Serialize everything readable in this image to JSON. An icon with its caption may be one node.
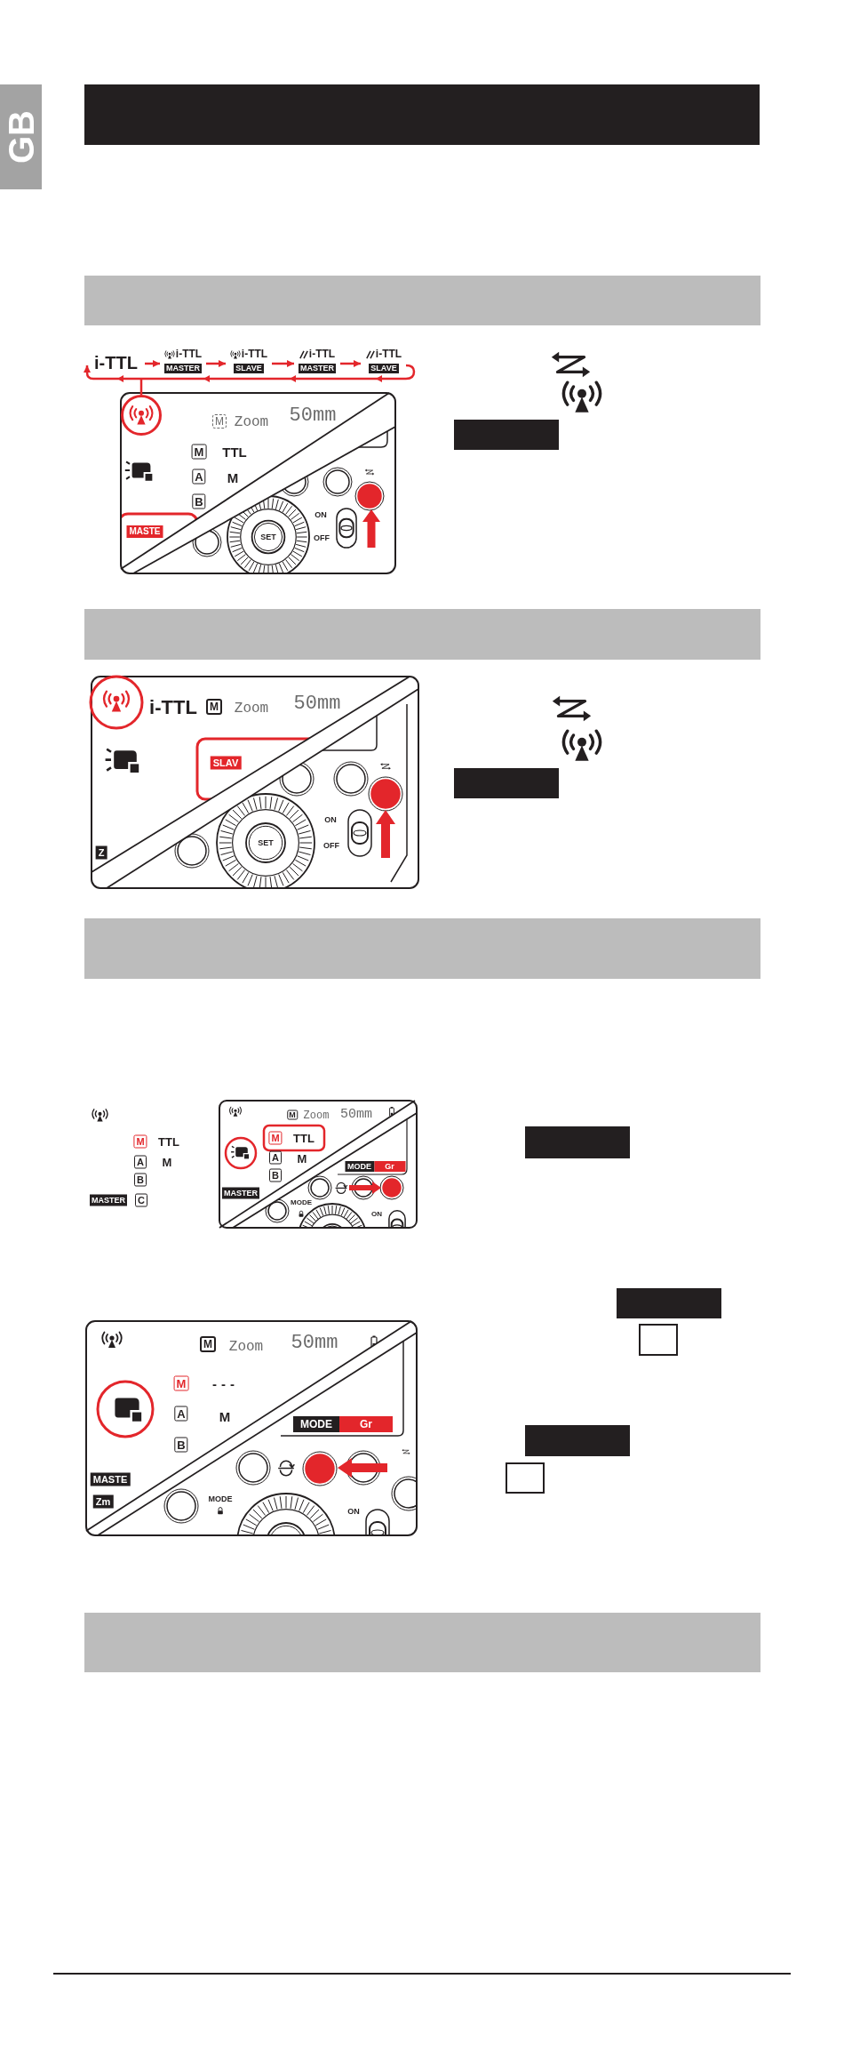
{
  "diagram": {
    "nodes": [
      {
        "text": [
          "GB"
        ]
      },
      {
        "text": [],
        "shape": "bar"
      },
      {
        "text": [],
        "shape": "bar"
      },
      {
        "text": [
          "i-TTL"
        ]
      },
      {
        "text": [
          "i-TTL",
          "MASTER"
        ]
      },
      {
        "text": [
          "i-TTL",
          "SLAVE"
        ]
      },
      {
        "text": [
          "i-TTL",
          "MASTER"
        ]
      },
      {
        "text": [
          "i-TTL",
          "SLAVE"
        ]
      },
      {
        "text": [
          "M",
          "Zoom",
          "50mm",
          "M",
          "TTL",
          "A",
          "M",
          "B",
          "MASTE",
          "SET",
          "ON",
          "OFF"
        ]
      },
      {
        "text": [],
        "shape": "circle",
        "in": 8
      },
      {
        "text": [],
        "shape": "bar"
      },
      {
        "text": [],
        "shape": "bar"
      },
      {
        "text": [
          "i-TTL",
          "M",
          "Zoom",
          "50mm",
          "SLAV",
          "Z",
          "SET",
          "ON",
          "OFF"
        ]
      },
      {
        "text": [],
        "shape": "bar"
      },
      {
        "text": [],
        "shape": "bar"
      },
      {
        "text": [
          "M",
          "Zoom",
          "50mm",
          "M",
          "TTL",
          "A",
          "M",
          "B",
          "MODE",
          "Gr",
          "MASTER",
          "MODE",
          "ON"
        ]
      },
      {
        "text": [],
        "shape": "bar"
      },
      {
        "text": [],
        "shape": "bar"
      },
      {
        "text": [
          "M",
          "Zoom",
          "50mm",
          "M",
          "---",
          "A",
          "M",
          "B",
          "MODE",
          "Gr",
          "MASTE",
          "Zm",
          "MODE",
          "ON"
        ]
      },
      {
        "text": [],
        "shape": "box"
      },
      {
        "text": [],
        "shape": "bar"
      },
      {
        "text": [],
        "shape": "box"
      },
      {
        "text": [],
        "shape": "bar"
      },
      {
        "text": [],
        "shape": "line"
      }
    ],
    "edges": [
      {
        "from": 3,
        "to": 4,
        "arrow": "to"
      },
      {
        "from": 4,
        "to": 5,
        "arrow": "to"
      },
      {
        "from": 5,
        "to": 6,
        "arrow": "to"
      },
      {
        "from": 6,
        "to": 7,
        "arrow": "to"
      },
      {
        "from": 7,
        "to": 3,
        "arrow": "to"
      },
      {
        "from": 9,
        "to": 3,
        "arrow": "none"
      }
    ],
    "labels": [
      "M",
      "TTL",
      "A",
      "M",
      "B",
      "MASTER",
      "C"
    ]
  }
}
